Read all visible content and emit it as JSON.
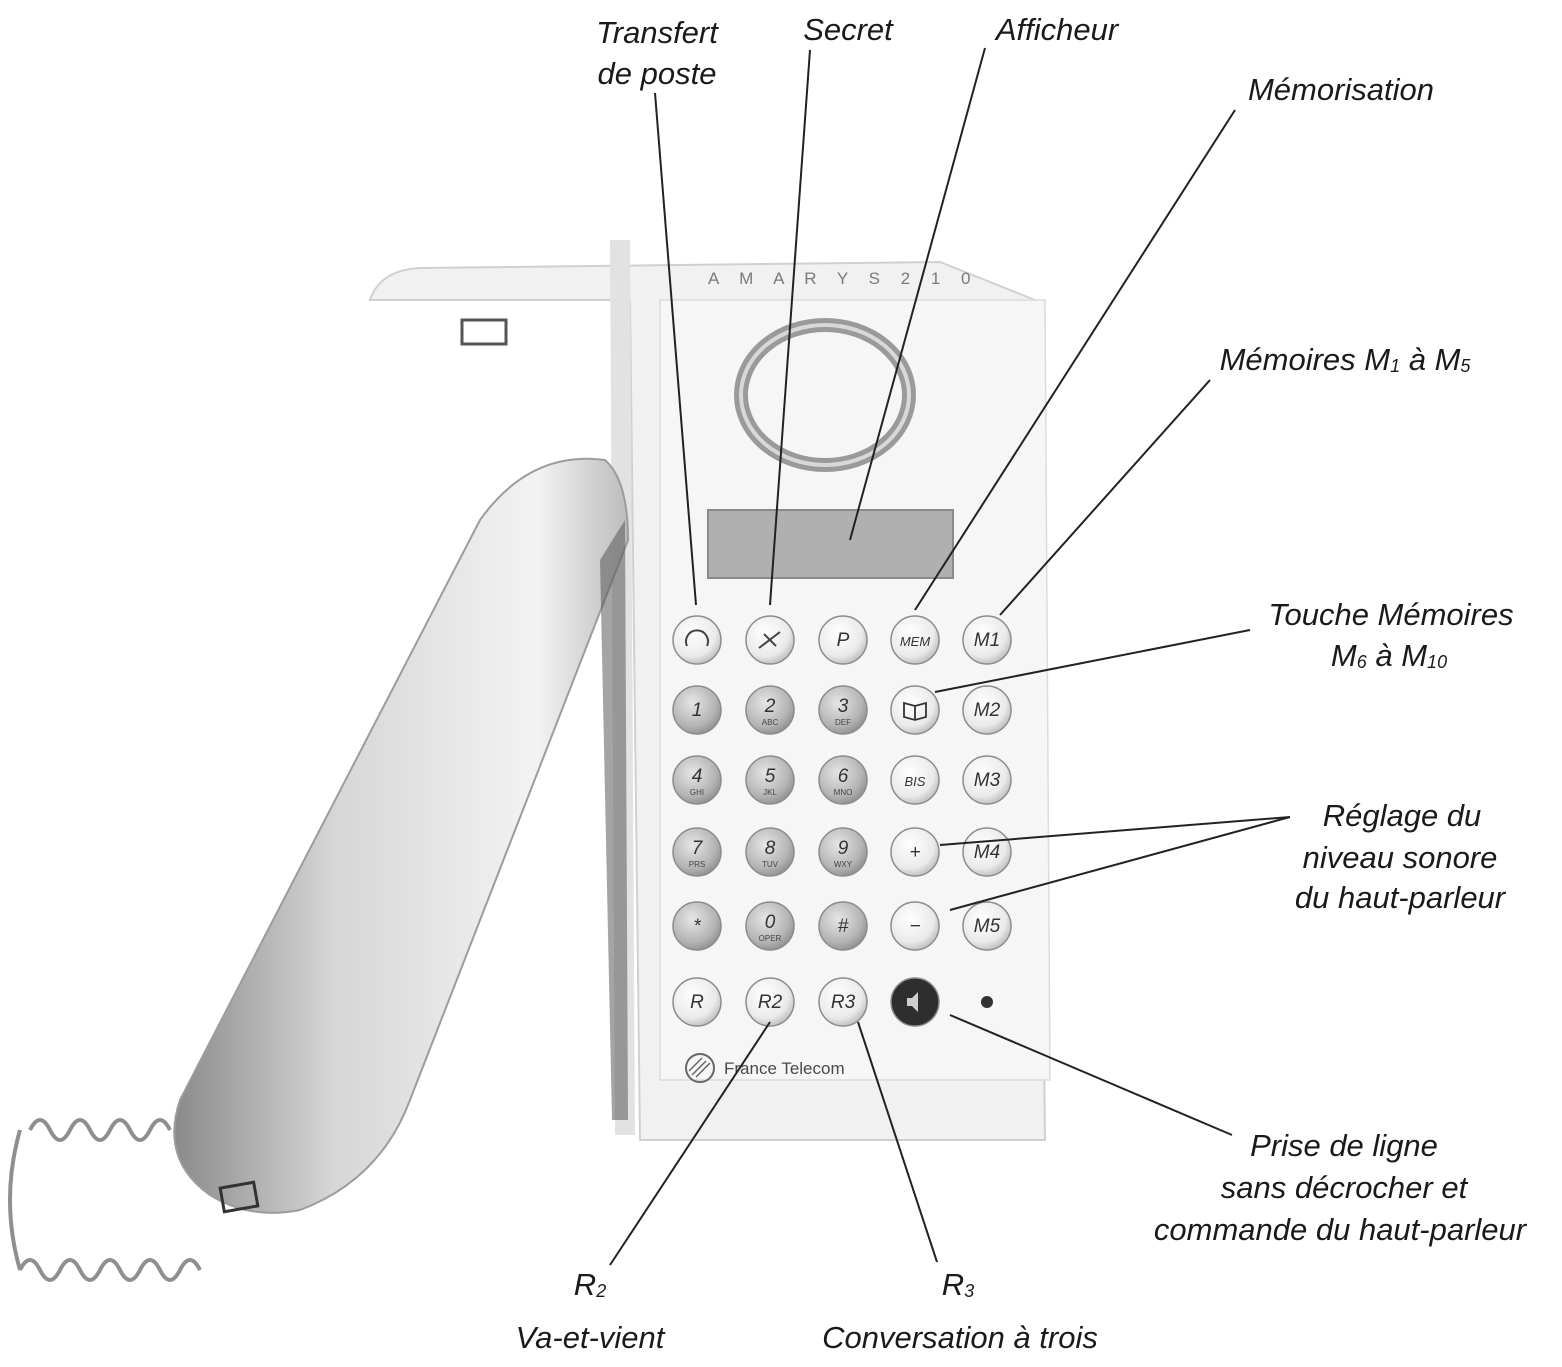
{
  "brand": {
    "model": "A M A R Y S  2 1 0",
    "logo_text": "France Telecom"
  },
  "keys": {
    "row_function": [
      "",
      "",
      "P",
      "MEM",
      "M1"
    ],
    "row1": [
      {
        "main": "1",
        "sub": ""
      },
      {
        "main": "2",
        "sub": "ABC"
      },
      {
        "main": "3",
        "sub": "DEF"
      }
    ],
    "row2": [
      {
        "main": "4",
        "sub": "GHI"
      },
      {
        "main": "5",
        "sub": "JKL"
      },
      {
        "main": "6",
        "sub": "MNO"
      }
    ],
    "row3": [
      {
        "main": "7",
        "sub": "PRS"
      },
      {
        "main": "8",
        "sub": "TUV"
      },
      {
        "main": "9",
        "sub": "WXY"
      }
    ],
    "row4": [
      {
        "main": "*",
        "sub": ""
      },
      {
        "main": "0",
        "sub": "OPER"
      },
      {
        "main": "#",
        "sub": ""
      }
    ],
    "right_col": [
      "",
      "BIS",
      "+",
      "−"
    ],
    "mem_col": [
      "M2",
      "M3",
      "M4",
      "M5"
    ],
    "bottom": [
      "R",
      "R2",
      "R3"
    ]
  },
  "labels": {
    "transfert_l1": "Transfert",
    "transfert_l2": "de poste",
    "secret": "Secret",
    "afficheur": "Afficheur",
    "memorisation": "Mémorisation",
    "memoires_prefix": "Mémoires M",
    "memoires_sub1": "1",
    "memoires_mid": " à M",
    "memoires_sub2": "5",
    "touche_l1": "Touche Mémoires",
    "touche_l2_a": "M",
    "touche_l2_sub1": "6",
    "touche_l2_b": " à M",
    "touche_l2_sub2": "10",
    "reglage_l1": "Réglage du",
    "reglage_l2": "niveau sonore",
    "reglage_l3": "du haut-parleur",
    "prise_l1": "Prise de ligne",
    "prise_l2": "sans décrocher et",
    "prise_l3": "commande du haut-parleur",
    "r2_a": "R",
    "r2_sub": "2",
    "r2_desc": "Va-et-vient",
    "r3_a": "R",
    "r3_sub": "3",
    "r3_desc": "Conversation à trois"
  }
}
